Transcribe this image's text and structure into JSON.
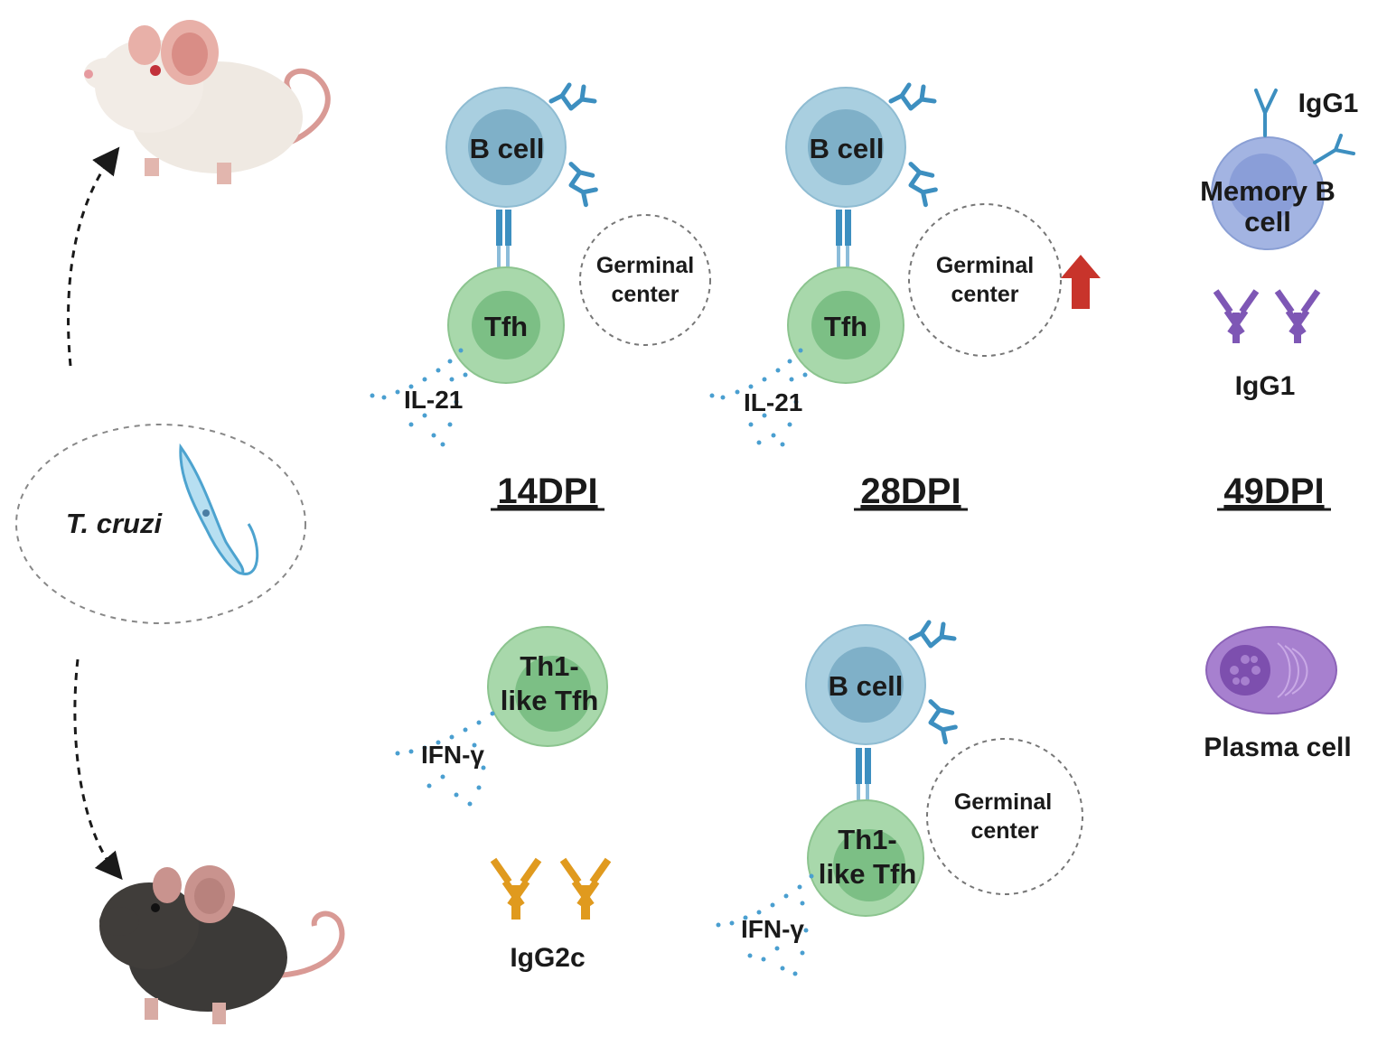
{
  "diagram": {
    "pathogen": {
      "label": "T. cruzi"
    },
    "timepoints": {
      "d14": "14DPI",
      "d28": "28DPI",
      "d49": "49DPI"
    },
    "top_row": {
      "d14": {
        "b_cell": "B cell",
        "tfh": "Tfh",
        "gc_line1": "Germinal",
        "gc_line2": "center",
        "cytokine": "IL-21"
      },
      "d28": {
        "b_cell": "B cell",
        "tfh": "Tfh",
        "gc_line1": "Germinal",
        "gc_line2": "center",
        "cytokine": "IL-21"
      },
      "d49": {
        "memory_line1": "Memory B",
        "memory_line2": "cell",
        "receptor_isotype": "IgG1",
        "antibody": "IgG1"
      }
    },
    "bottom_row": {
      "d14": {
        "tfh_line1": "Th1-",
        "tfh_line2": "like Tfh",
        "cytokine": "IFN-γ",
        "antibody": "IgG2c"
      },
      "d28": {
        "b_cell": "B cell",
        "tfh_line1": "Th1-",
        "tfh_line2": "like Tfh",
        "gc_line1": "Germinal",
        "gc_line2": "center",
        "cytokine": "IFN-γ"
      },
      "d49": {
        "plasma": "Plasma cell"
      }
    },
    "colors": {
      "b_cell_outer": "#a9cfe0",
      "b_cell_inner": "#7fb0c8",
      "tfh_outer": "#a8d8ab",
      "tfh_inner": "#7cbf85",
      "receptor": "#3d8fc0",
      "igg1": "#7e57b5",
      "igg2c": "#e09a1e",
      "memory_cell": "#a3b4e2",
      "plasma_cell": "#a780cf",
      "arrow_up": "#c8342b",
      "cytokine_dots": "#4a9fd0"
    }
  }
}
